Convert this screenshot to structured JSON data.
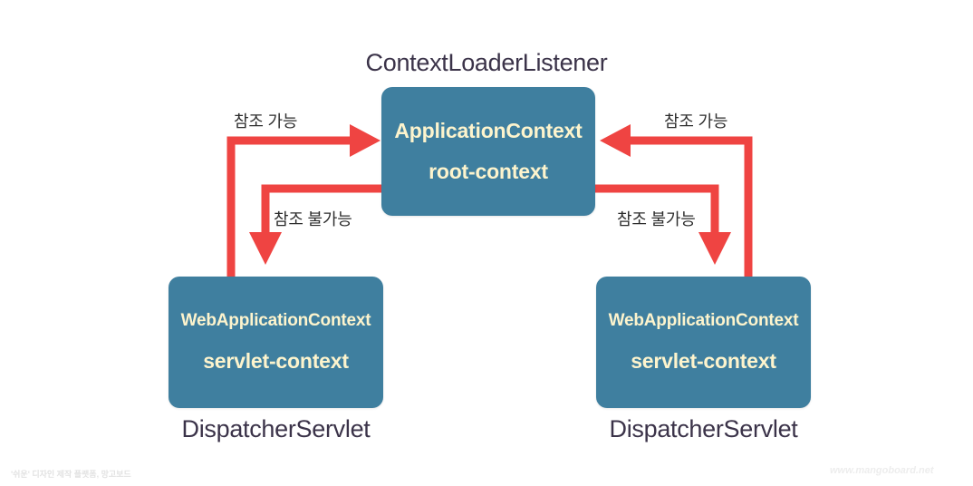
{
  "diagram": {
    "title_caption": "ContextLoaderListener",
    "boxes": {
      "root": {
        "line1": "ApplicationContext",
        "line2": "root-context",
        "fill_color": "#3f7f9f",
        "text_color": "#fdf4cd"
      },
      "servlet_left": {
        "line1": "WebApplicationContext",
        "line2": "servlet-context",
        "fill_color": "#3f7f9f",
        "text_color": "#fdf4cd"
      },
      "servlet_right": {
        "line1": "WebApplicationContext",
        "line2": "servlet-context",
        "fill_color": "#3f7f9f",
        "text_color": "#fdf4cd"
      }
    },
    "captions": {
      "dispatcher_left": "DispatcherServlet",
      "dispatcher_right": "DispatcherServlet",
      "caption_color": "#3b3349"
    },
    "arrows": {
      "color": "#ef4442",
      "ref_ok_left": "참조 가능",
      "ref_no_left": "참조 불가능",
      "ref_ok_right": "참조 가능",
      "ref_no_right": "참조 불가능"
    }
  },
  "watermarks": {
    "left": "'쉬운' 디자인 제작 플랫폼, 망고보드",
    "right": "www.mangoboard.net"
  }
}
